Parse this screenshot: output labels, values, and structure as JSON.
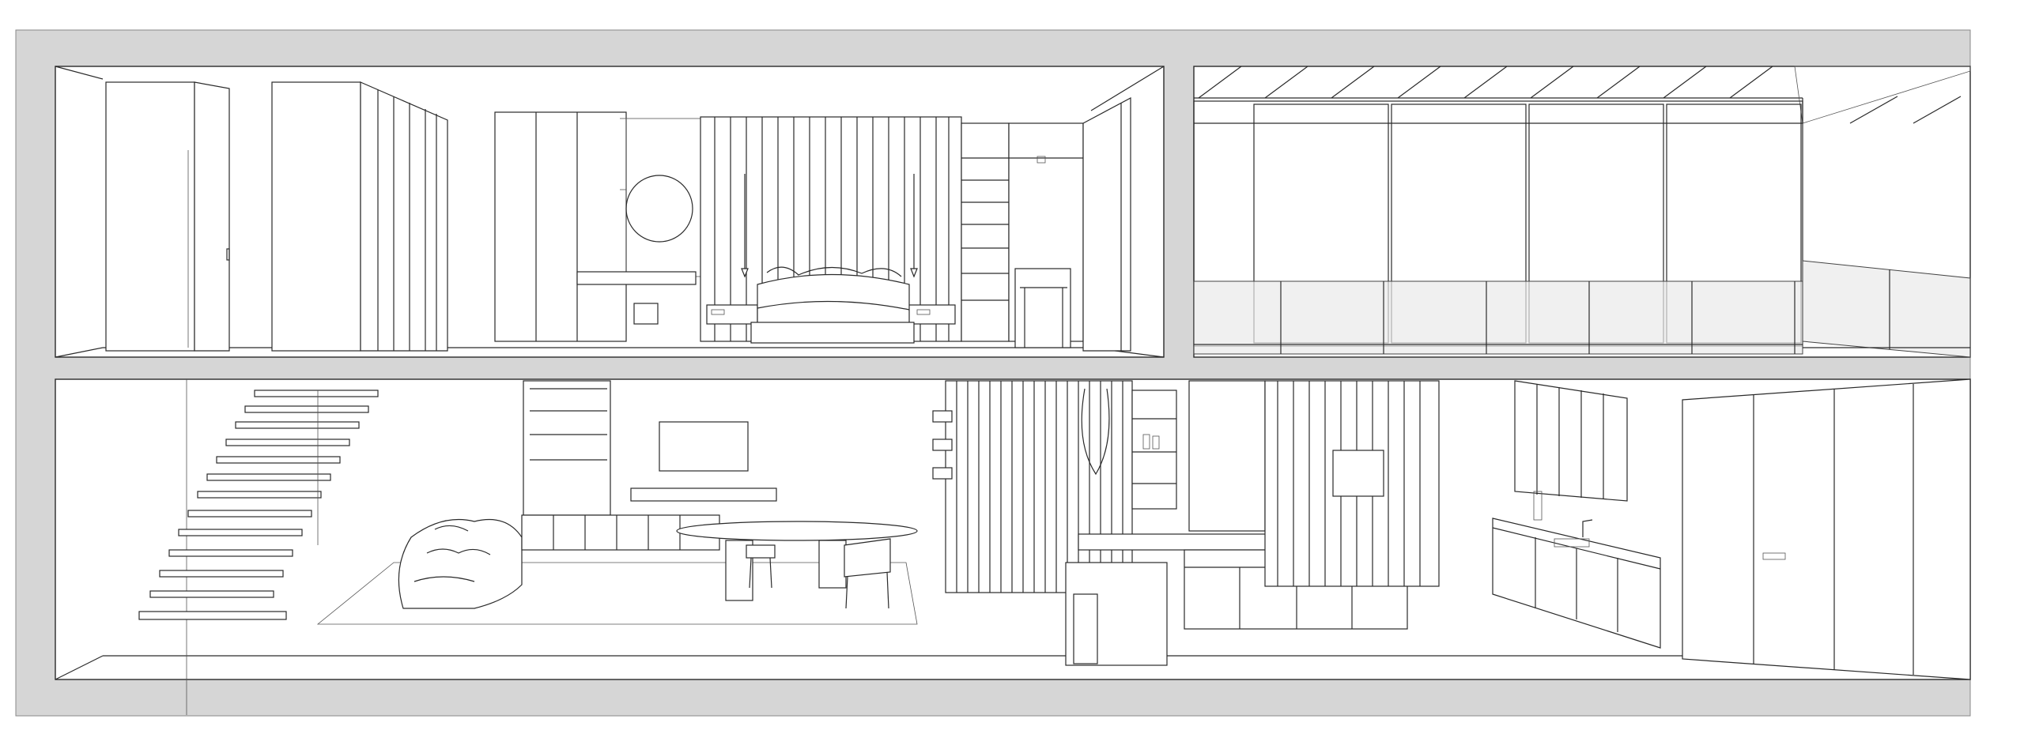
{
  "drawing": {
    "upper_rooms": [
      {
        "id": "bedroom"
      },
      {
        "id": "mezzanine"
      }
    ],
    "lower_rooms": [
      {
        "id": "living-kitchen"
      }
    ],
    "colors": {
      "section_wall": "#d6d6d6",
      "line": "#2a2a2a",
      "glass": "#e9e9e9",
      "background": "#ffffff"
    }
  }
}
